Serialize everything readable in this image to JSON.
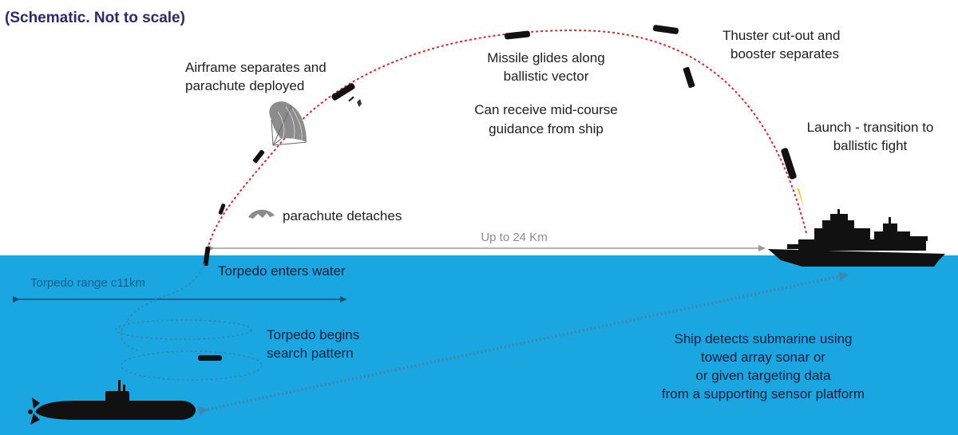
{
  "title": "(Schematic. Not to scale)",
  "labels": {
    "airframe": [
      "Airframe separates and",
      "parachute deployed"
    ],
    "glides": [
      "Missile glides along",
      "ballistic vector"
    ],
    "midcourse": [
      "Can receive mid-course",
      "guidance from ship"
    ],
    "thruster": [
      "Thuster cut-out and",
      "booster separates"
    ],
    "launch": [
      "Launch - transition to",
      "ballistic fight"
    ],
    "parachute_detaches": "parachute detaches",
    "range": "Up to 24 Km",
    "torpedo_enters": "Torpedo enters water",
    "torpedo_range": "Torpedo range c11km",
    "search": [
      "Torpedo begins",
      "search pattern"
    ],
    "detect": [
      "Ship detects submarine using",
      "towed array sonar or",
      "or given targeting data",
      "from a supporting sensor platform"
    ]
  },
  "colors": {
    "sea": "#1aa7e1",
    "trajectory": "#e0262b",
    "silhouette": "#111111",
    "parachute": "#8c8c8c",
    "flame": "#f5c518",
    "sonar_link": "#3f88ad",
    "title": "#2b2b6b"
  },
  "icons": {
    "ship": "frigate-silhouette",
    "submarine": "submarine-silhouette",
    "missile": "missile-glyph",
    "parachute": "parachute-icon",
    "torpedo": "torpedo-glyph"
  }
}
